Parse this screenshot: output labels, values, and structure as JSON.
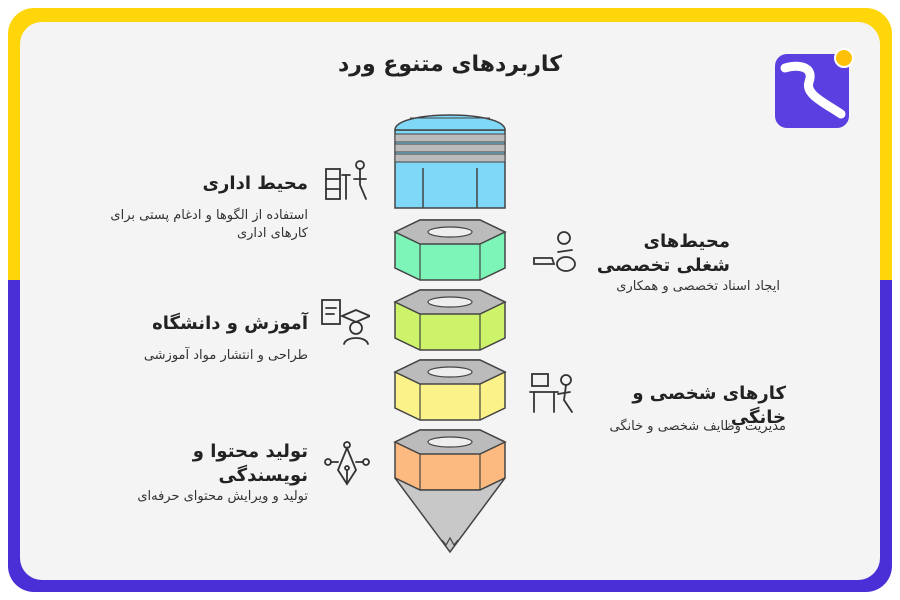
{
  "title": "کاربردهای متنوع ورد",
  "items": [
    {
      "heading": "محیط اداری",
      "description": "استفاده از الگوها و ادغام پستی برای کارهای اداری"
    },
    {
      "heading": "محیط‌های شغلی تخصصی",
      "description": "ایجاد اسناد تخصصی و همکاری"
    },
    {
      "heading": "آموزش و دانشگاه",
      "description": "طراحی و انتشار مواد آموزشی"
    },
    {
      "heading": "کارهای شخصی و خانگی",
      "description": "مدیریت وظایف شخصی و خانگی"
    },
    {
      "heading": "تولید محتوا و نویسندگی",
      "description": "تولید و ویرایش محتوای حرفه‌ای"
    }
  ],
  "colors": {
    "frame_top": "#FFD60A",
    "frame_bottom": "#4B2FD6",
    "segment_1": "#7FD8F7",
    "segment_2": "#7EF5B8",
    "segment_3": "#CDF36A",
    "segment_4": "#FBF38A",
    "segment_5": "#FDBA80",
    "pencil_tip": "#C8C8C8"
  },
  "icons": [
    "office-desk-icon",
    "people-laptop-icon",
    "teacher-graduate-icon",
    "person-computer-icon",
    "pen-nib-icon"
  ]
}
